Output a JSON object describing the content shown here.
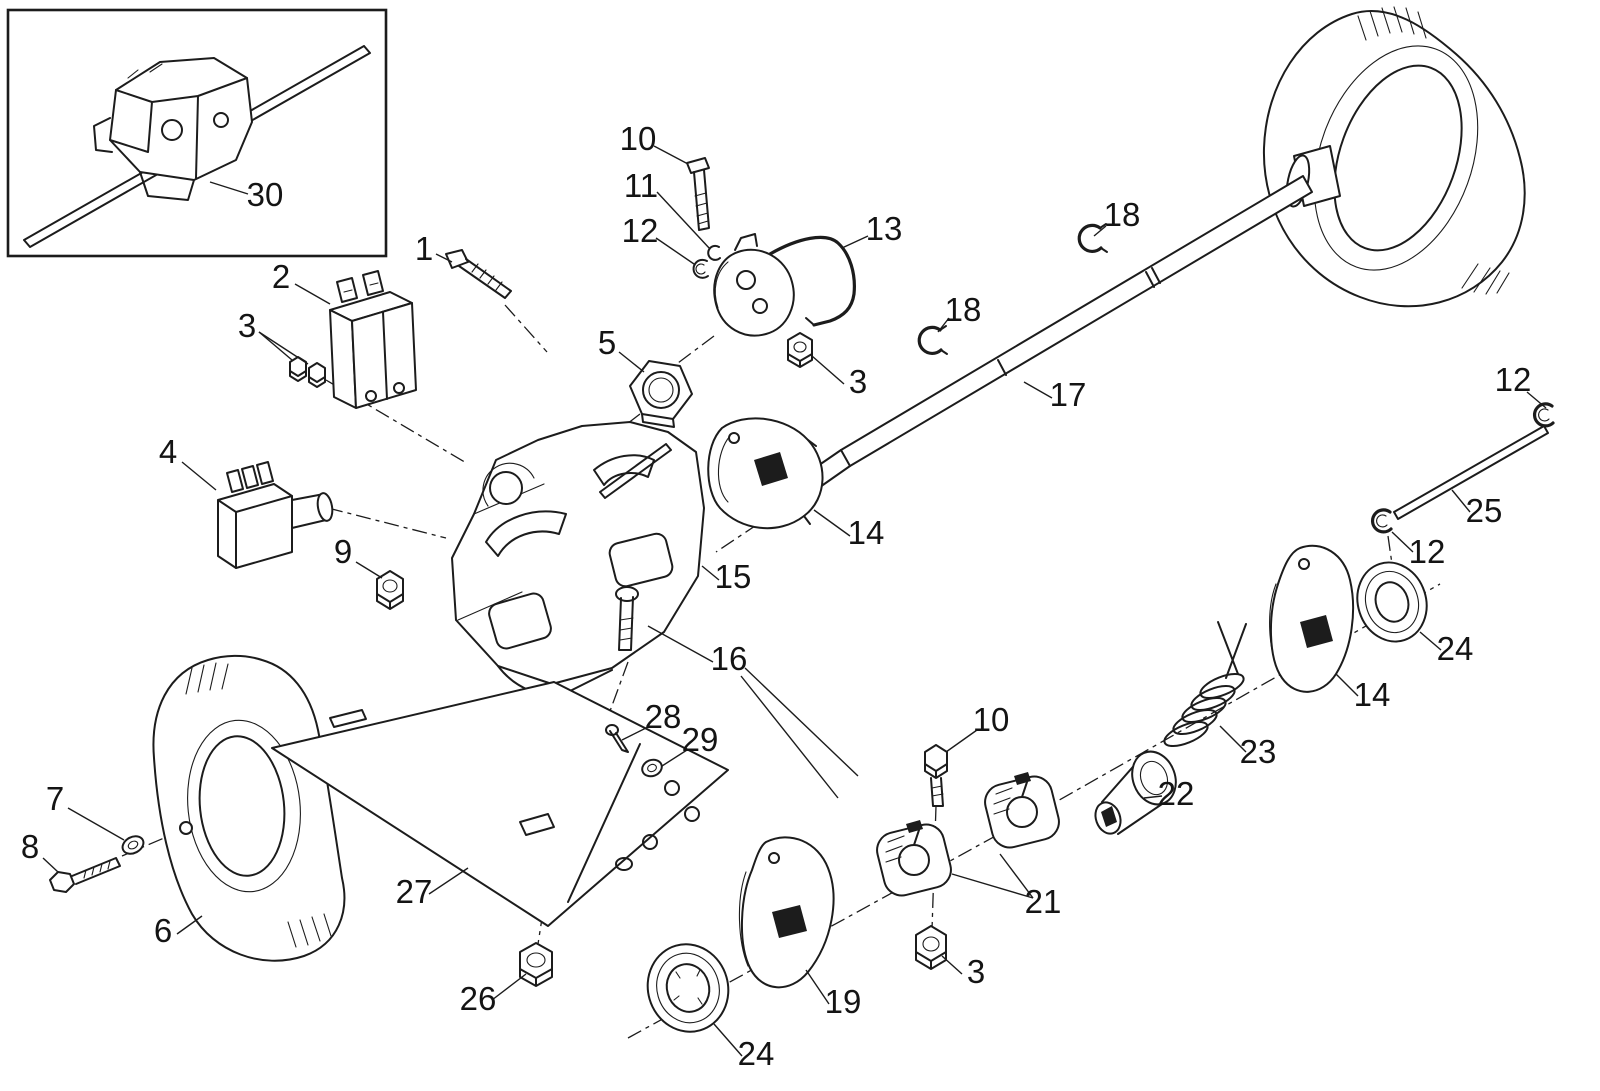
{
  "page": {
    "background": "#ffffff",
    "line_color": "#1c1c1c"
  },
  "diagram": {
    "type": "exploded-parts-diagram",
    "callouts": [
      {
        "label": "30"
      },
      {
        "label": "1"
      },
      {
        "label": "2"
      },
      {
        "label": "3"
      },
      {
        "label": "10"
      },
      {
        "label": "11"
      },
      {
        "label": "12"
      },
      {
        "label": "13"
      },
      {
        "label": "18"
      },
      {
        "label": "18"
      },
      {
        "label": "17"
      },
      {
        "label": "12"
      },
      {
        "label": "5"
      },
      {
        "label": "3"
      },
      {
        "label": "4"
      },
      {
        "label": "14"
      },
      {
        "label": "25"
      },
      {
        "label": "12"
      },
      {
        "label": "15"
      },
      {
        "label": "9"
      },
      {
        "label": "24"
      },
      {
        "label": "14"
      },
      {
        "label": "16"
      },
      {
        "label": "23"
      },
      {
        "label": "22"
      },
      {
        "label": "28"
      },
      {
        "label": "29"
      },
      {
        "label": "10"
      },
      {
        "label": "7"
      },
      {
        "label": "8"
      },
      {
        "label": "6"
      },
      {
        "label": "27"
      },
      {
        "label": "21"
      },
      {
        "label": "3"
      },
      {
        "label": "26"
      },
      {
        "label": "19"
      },
      {
        "label": "24"
      }
    ]
  }
}
